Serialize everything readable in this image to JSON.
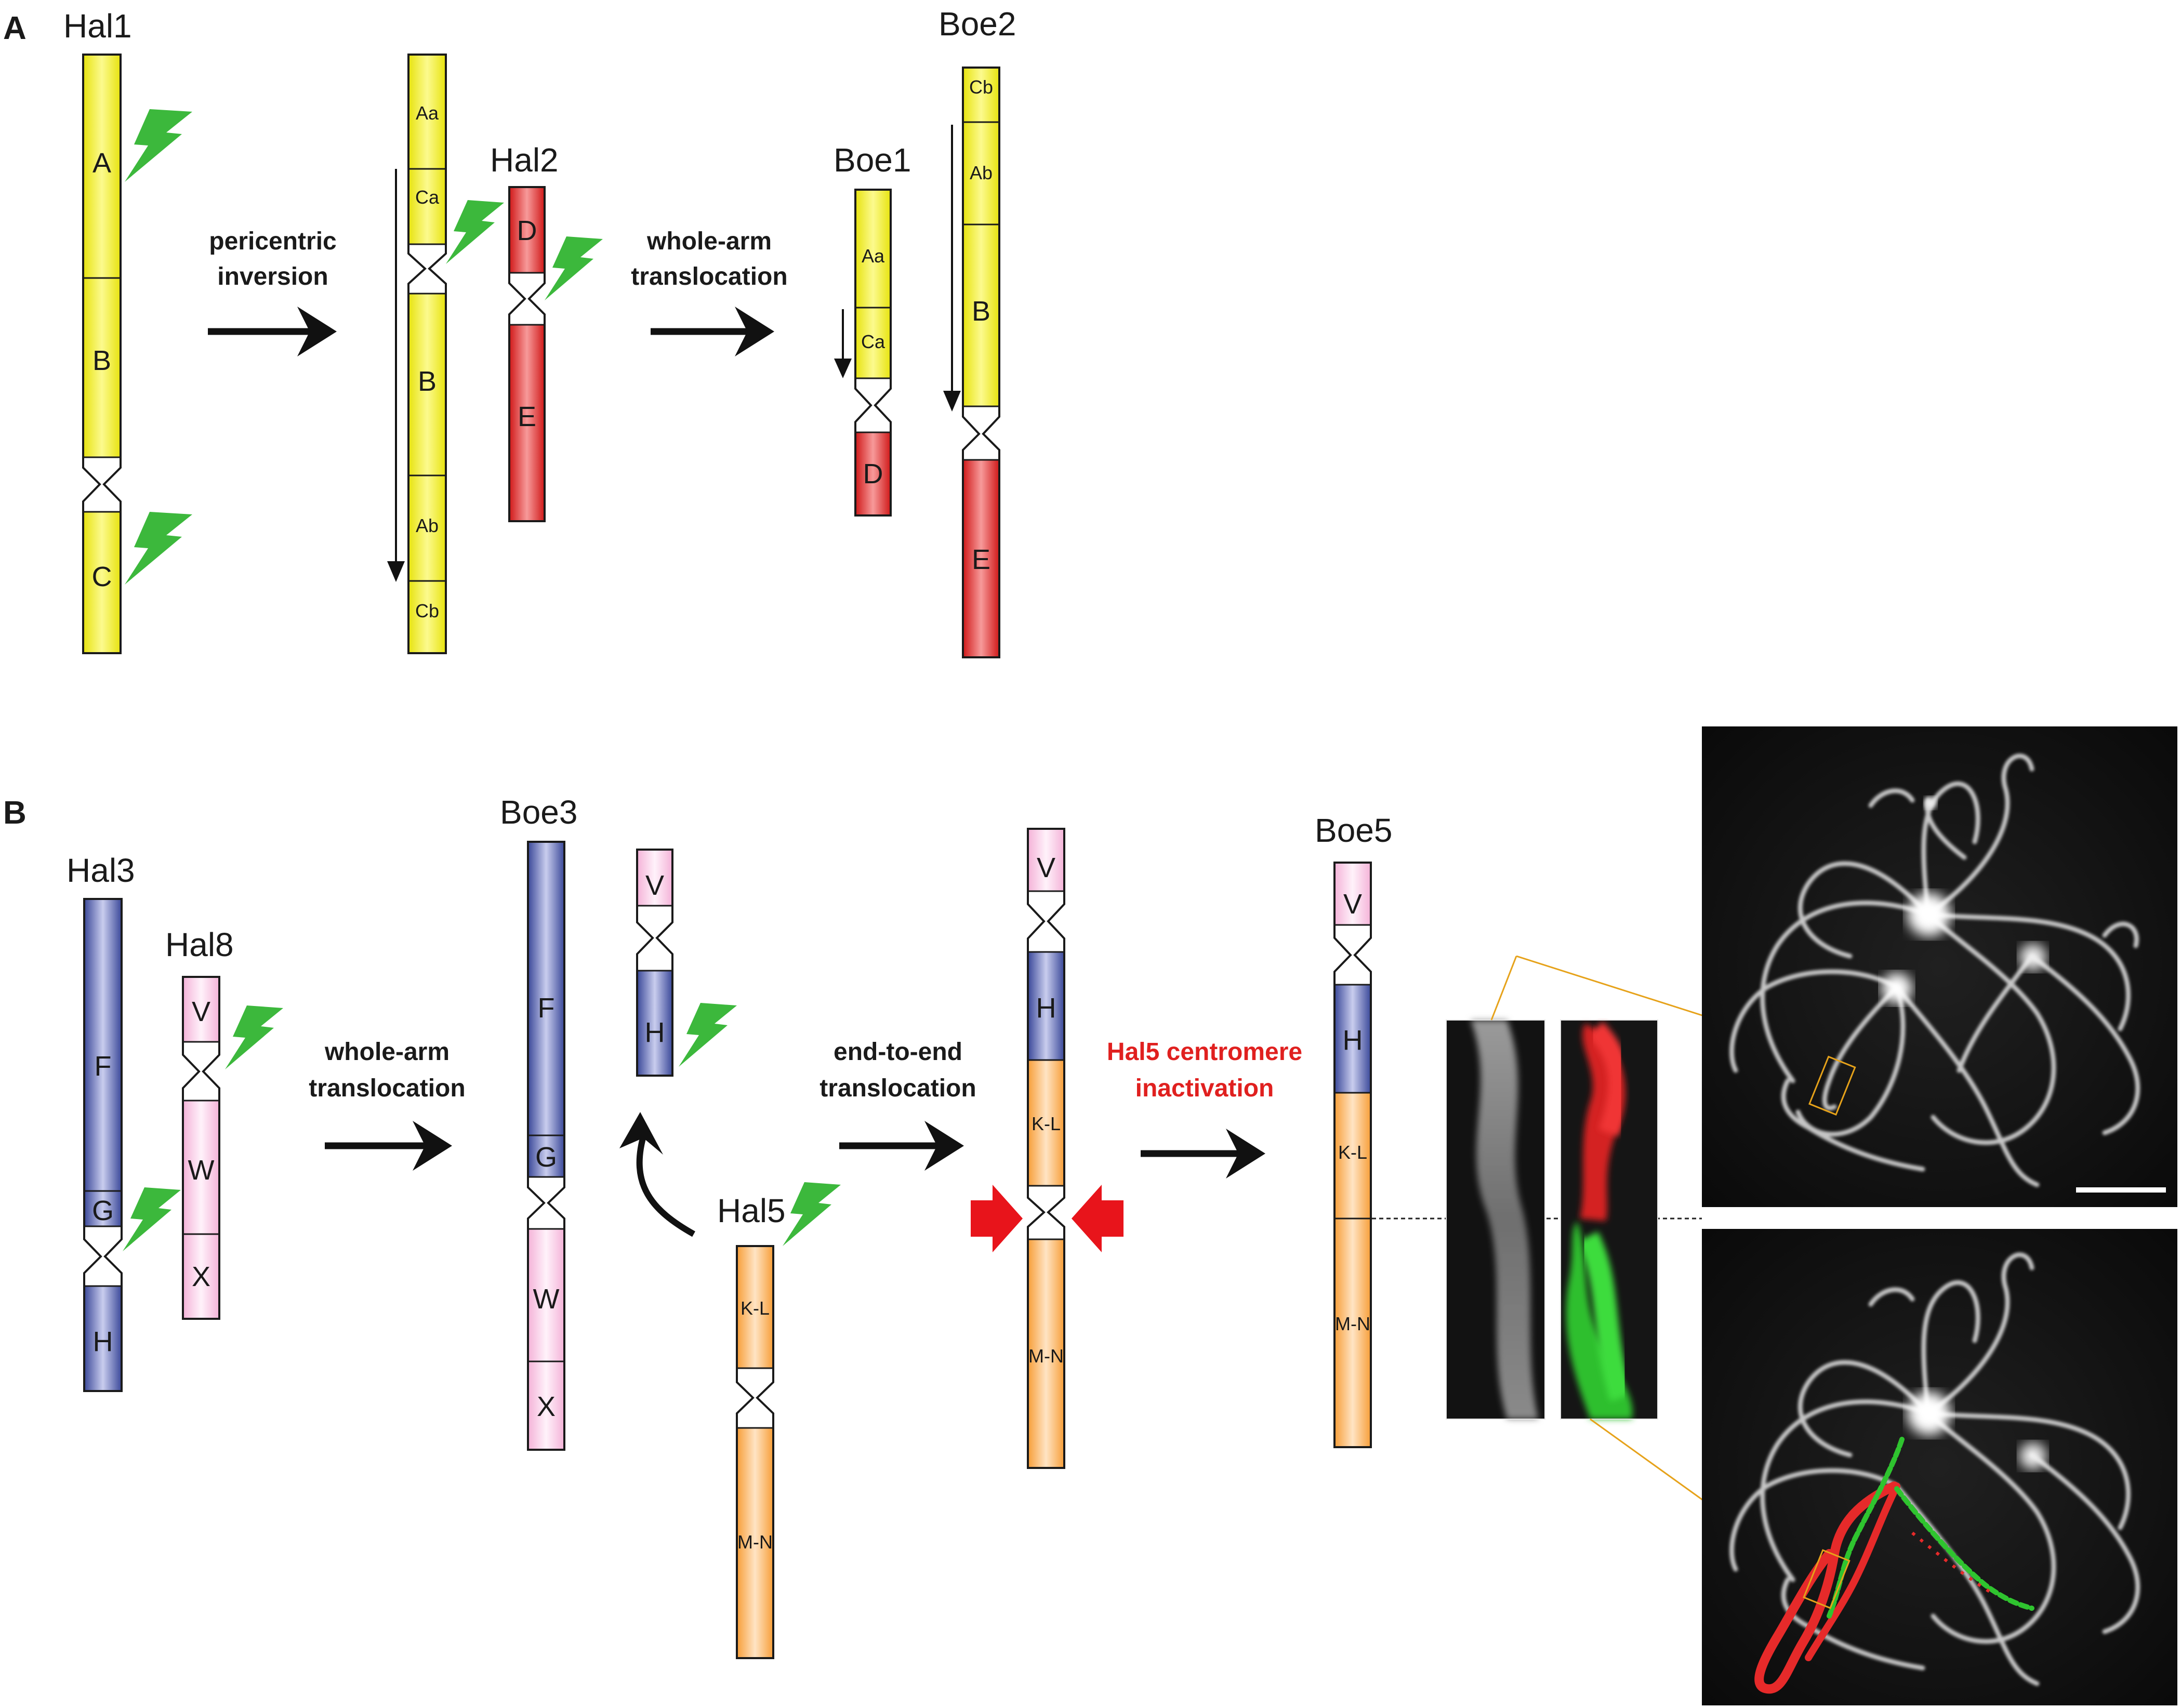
{
  "panel_labels": {
    "a": "A",
    "b": "B"
  },
  "chromosomes": {
    "hal1": "Hal1",
    "hal2": "Hal2",
    "boe1": "Boe1",
    "boe2": "Boe2",
    "hal3": "Hal3",
    "hal8": "Hal8",
    "boe3": "Boe3",
    "hal5": "Hal5",
    "boe5": "Boe5"
  },
  "steps": {
    "pericentric_1": "pericentric",
    "pericentric_2": "inversion",
    "whole_arm_a_1": "whole-arm",
    "whole_arm_a_2": "translocation",
    "whole_arm_b_1": "whole-arm",
    "whole_arm_b_2": "translocation",
    "end_to_end_1": "end-to-end",
    "end_to_end_2": "translocation",
    "inactivation_1": "Hal5 centromere",
    "inactivation_2": "inactivation"
  },
  "segments": {
    "A": "A",
    "B": "B",
    "C": "C",
    "D": "D",
    "E": "E",
    "Aa": "Aa",
    "Ab": "Ab",
    "Ca": "Ca",
    "Cb": "Cb",
    "F": "F",
    "G": "G",
    "H": "H",
    "V": "V",
    "W": "W",
    "X": "X",
    "KL": "K-L",
    "MN": "M-N"
  },
  "colors": {
    "yellow": "#f2f01e",
    "red": "#e0201f",
    "blue": "#3f4fa8",
    "pink": "#f6b9dc",
    "orange": "#f7a84a",
    "bolt_green": "#3cb83c",
    "zoom_line": "#e6a21a",
    "fish_red": "#e02626",
    "fish_green": "#2fc42f"
  },
  "icons": {
    "break": "lightning-bolt-icon",
    "arrow": "right-arrow-icon",
    "curved": "curved-arrow-icon",
    "pointer": "red-block-arrow-icon"
  }
}
